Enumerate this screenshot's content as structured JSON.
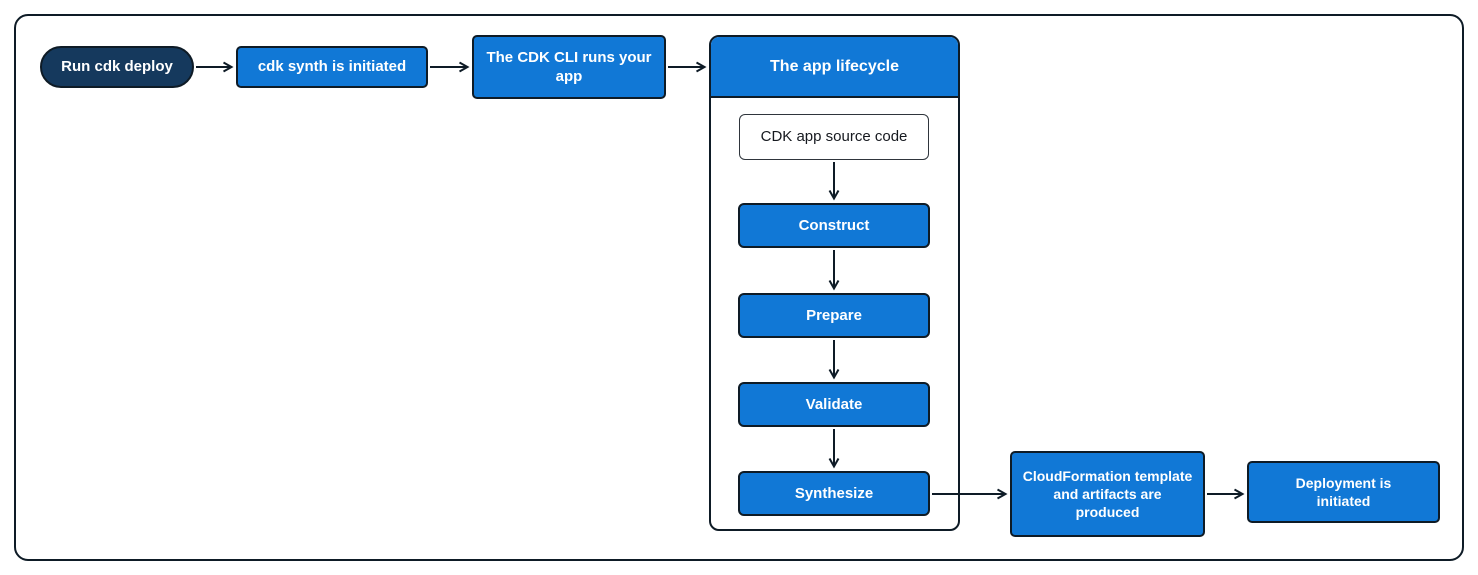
{
  "nodes": {
    "run_cdk_deploy": {
      "label": "Run cdk deploy"
    },
    "cdk_synth": {
      "label": "cdk synth is initiated"
    },
    "cdk_cli_runs_app": {
      "label": "The CDK CLI runs your app"
    },
    "app_lifecycle_header": {
      "label": "The app lifecycle"
    },
    "cdk_app_source_code": {
      "label": "CDK app source code"
    },
    "construct": {
      "label": "Construct"
    },
    "prepare": {
      "label": "Prepare"
    },
    "validate": {
      "label": "Validate"
    },
    "synthesize": {
      "label": "Synthesize"
    },
    "cloudformation_output": {
      "label": "CloudFormation template and artifacts are produced"
    },
    "deployment_initiated": {
      "label": "Deployment is initiated"
    }
  },
  "colors": {
    "primary_blue": "#1178D6",
    "dark_navy": "#15395D",
    "border_dark": "#0E1B26",
    "text_on_blue": "#FFFFFF",
    "text_dark": "#16191F",
    "background": "#FFFFFF"
  }
}
